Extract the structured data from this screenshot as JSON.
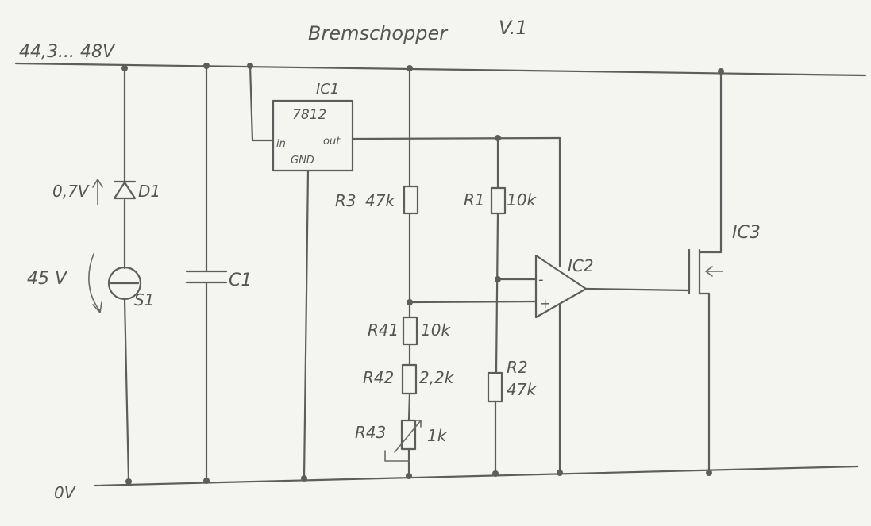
{
  "title": "Bremschopper",
  "version": "V.1",
  "supply_voltage": "44,3... 48V",
  "ground_voltage": "0V",
  "components": {
    "diode": {
      "name": "D1",
      "drop": "0,7V"
    },
    "source": {
      "name": "S1",
      "voltage": "45 V"
    },
    "capacitor": {
      "name": "C1"
    },
    "regulator": {
      "name": "IC1",
      "part": "7812",
      "pin_in": "in",
      "pin_out": "out",
      "pin_gnd": "GND"
    },
    "r3": {
      "name": "R3",
      "value": "47k"
    },
    "r1": {
      "name": "R1",
      "value": "10k"
    },
    "r41": {
      "name": "R41",
      "value": "10k"
    },
    "r42": {
      "name": "R42",
      "value": "2,2k"
    },
    "r43": {
      "name": "R43",
      "value": "1k"
    },
    "r2": {
      "name": "R2",
      "value": "47k"
    },
    "opamp": {
      "name": "IC2",
      "minus": "-",
      "plus": "+"
    },
    "mosfet": {
      "name": "IC3"
    }
  }
}
